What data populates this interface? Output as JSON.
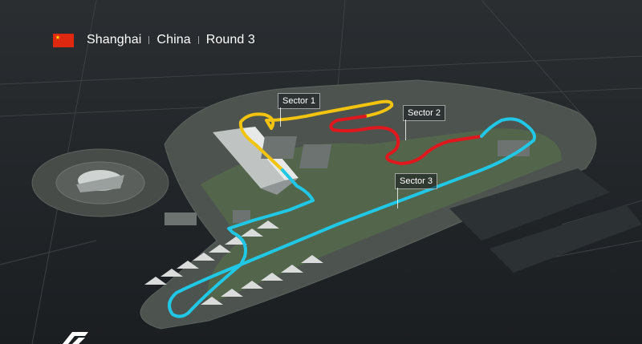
{
  "header": {
    "flag_icon": "china-flag-icon",
    "city": "Shanghai",
    "country": "China",
    "round": "Round 3"
  },
  "sectors": [
    {
      "label": "Sector 1",
      "color": "#f2c40f"
    },
    {
      "label": "Sector 2",
      "color": "#e1171e"
    },
    {
      "label": "Sector 3",
      "color": "#21c8e6"
    }
  ],
  "brand": {
    "logo_icon": "f1-logo-icon"
  }
}
